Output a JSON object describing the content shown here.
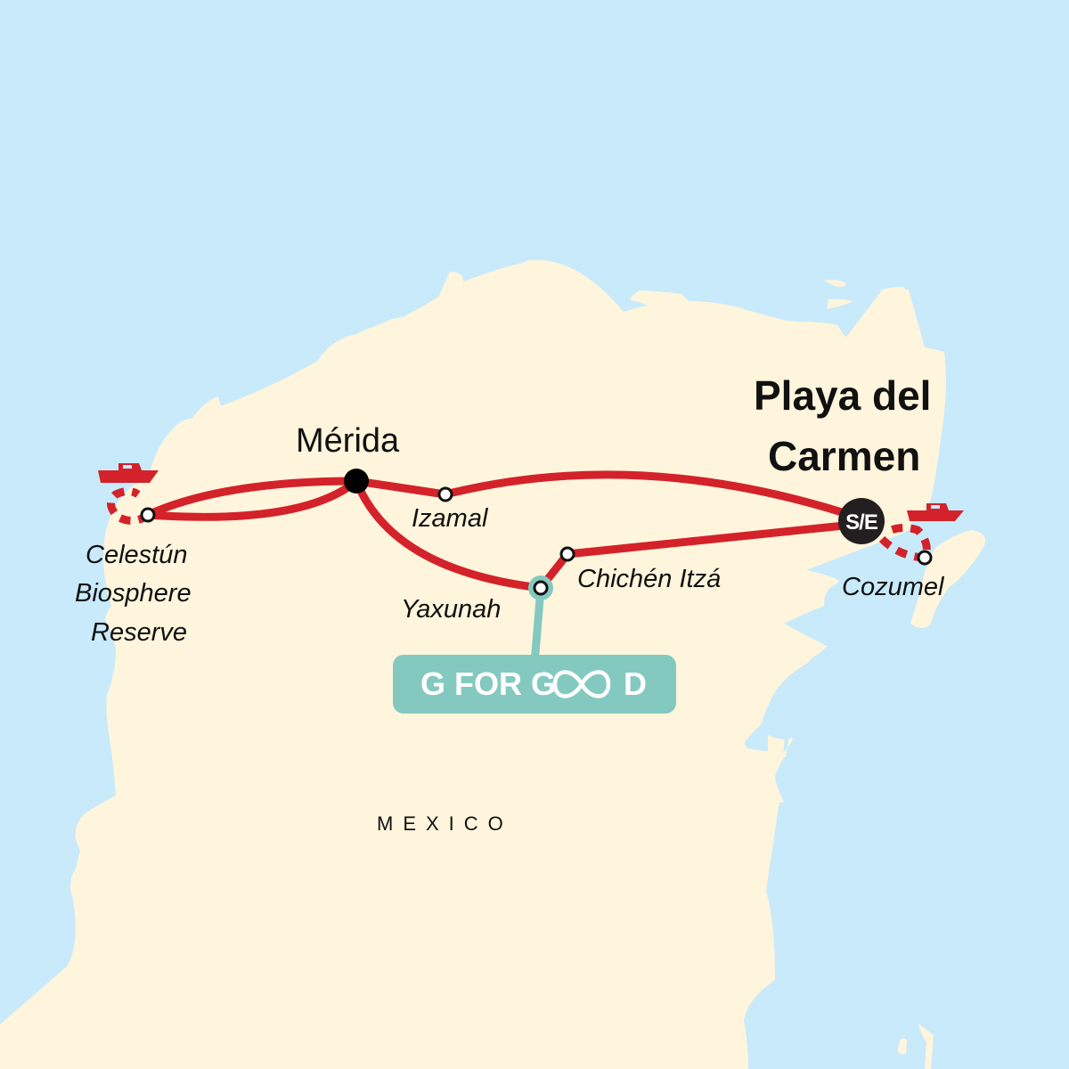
{
  "map": {
    "country_label": "MEXICO",
    "colors": {
      "water": "#c8eafb",
      "land": "#fff5dc",
      "route": "#d3222a",
      "g_for_good": "#84c9c0",
      "start_end_marker": "#231f20",
      "text": "#111111"
    },
    "start_end": {
      "badge": "S/E",
      "city_line1": "Playa del",
      "city_line2": "Carmen"
    },
    "major_stop": {
      "name": "Mérida"
    },
    "stops": [
      {
        "name": "Izamal"
      },
      {
        "name": "Chichén Itzá"
      },
      {
        "name": "Yaxunah"
      },
      {
        "name": "Cozumel"
      },
      {
        "name_line1": "Celestún",
        "name_line2": "Biosphere",
        "name_line3": "Reserve"
      }
    ],
    "g_for_good": {
      "label_pre": "G FOR G",
      "label_post": "D"
    },
    "legend_icons": [
      "boat-icon",
      "boat-icon"
    ]
  }
}
